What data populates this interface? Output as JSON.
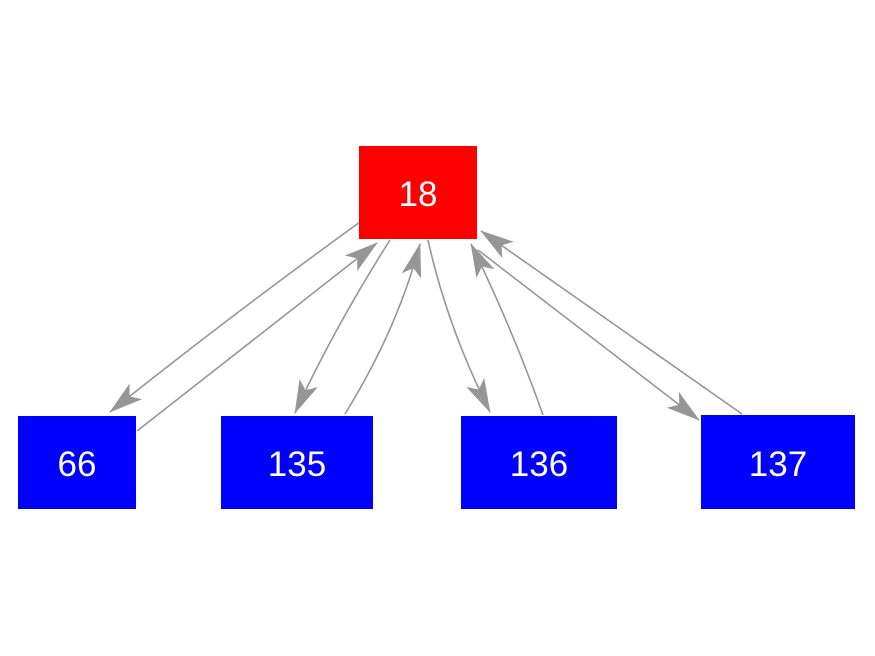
{
  "diagram": {
    "type": "directed-graph",
    "background": "#ffffff",
    "colors": {
      "root_fill": "#ff0000",
      "child_fill": "#0000ff",
      "edge": "#969696",
      "label": "#ffffff"
    },
    "root": {
      "label": "18"
    },
    "children": [
      {
        "label": "66"
      },
      {
        "label": "135"
      },
      {
        "label": "136"
      },
      {
        "label": "137"
      }
    ],
    "edges": [
      {
        "from": "18",
        "to": "66"
      },
      {
        "from": "66",
        "to": "18"
      },
      {
        "from": "18",
        "to": "135"
      },
      {
        "from": "135",
        "to": "18"
      },
      {
        "from": "18",
        "to": "136"
      },
      {
        "from": "136",
        "to": "18"
      },
      {
        "from": "18",
        "to": "137"
      },
      {
        "from": "137",
        "to": "18"
      }
    ]
  }
}
